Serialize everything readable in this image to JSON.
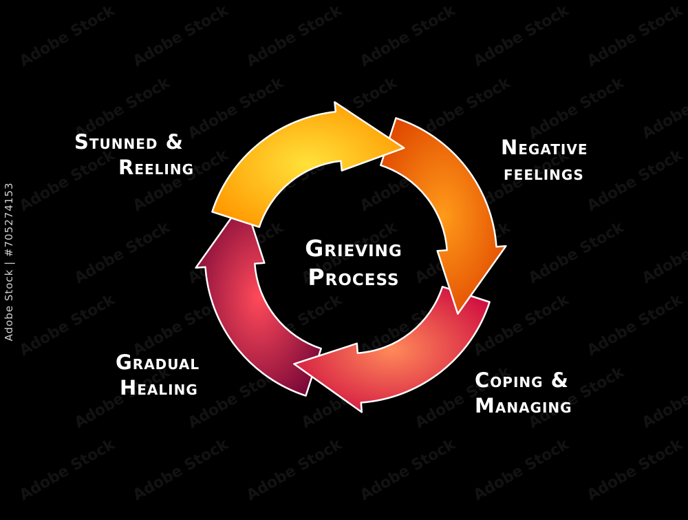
{
  "diagram": {
    "center_title_lines": [
      "Grieving",
      "Process"
    ],
    "stages": [
      {
        "id": "stunned",
        "lines": [
          "Stunned &",
          "Reeling"
        ],
        "color_light": "#ffd21a",
        "color_dark": "#ff9a00"
      },
      {
        "id": "negative",
        "lines": [
          "Negative",
          "feelings"
        ],
        "color_light": "#ff8c1a",
        "color_dark": "#e04a00"
      },
      {
        "id": "coping",
        "lines": [
          "Coping &",
          "Managing"
        ],
        "color_light": "#ff6a4a",
        "color_dark": "#d4103c"
      },
      {
        "id": "healing",
        "lines": [
          "Gradual",
          "Healing"
        ],
        "color_light": "#ff4a5a",
        "color_dark": "#8a0a3a"
      }
    ]
  },
  "watermark": {
    "side_text": "Adobe Stock | #705274153",
    "tile_text": "Adobe Stock"
  }
}
